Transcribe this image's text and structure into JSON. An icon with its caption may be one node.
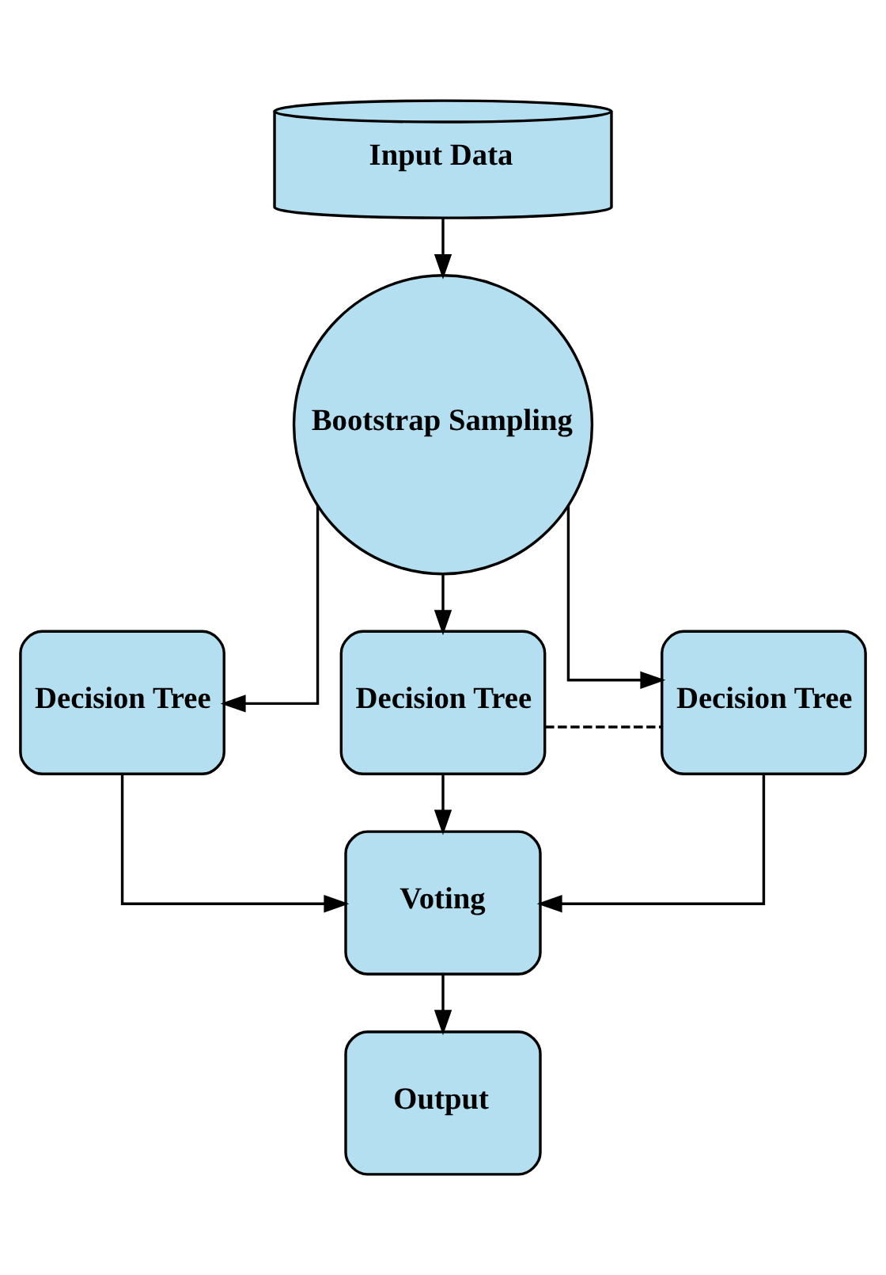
{
  "diagram": {
    "nodes": [
      {
        "text": [
          "Input Data"
        ]
      },
      {
        "text": [
          "Bootstrap Sampling"
        ]
      },
      {
        "text": [
          "Decision Tree"
        ]
      },
      {
        "text": [
          "Decision Tree"
        ]
      },
      {
        "text": [
          "Decision Tree"
        ]
      },
      {
        "text": [
          "Voting"
        ]
      },
      {
        "text": [
          "Output"
        ]
      }
    ],
    "edges": [
      {
        "from": 0,
        "to": 1,
        "arrow": "to"
      },
      {
        "from": 1,
        "to": 2,
        "arrow": "to"
      },
      {
        "from": 1,
        "to": 3,
        "arrow": "to"
      },
      {
        "from": 1,
        "to": 4,
        "arrow": "to"
      },
      {
        "from": 3,
        "to": 4,
        "arrow": "none",
        "style": "dashed"
      },
      {
        "from": 2,
        "to": 5,
        "arrow": "to"
      },
      {
        "from": 3,
        "to": 5,
        "arrow": "to"
      },
      {
        "from": 4,
        "to": 5,
        "arrow": "to"
      },
      {
        "from": 5,
        "to": 6,
        "arrow": "to"
      }
    ]
  }
}
